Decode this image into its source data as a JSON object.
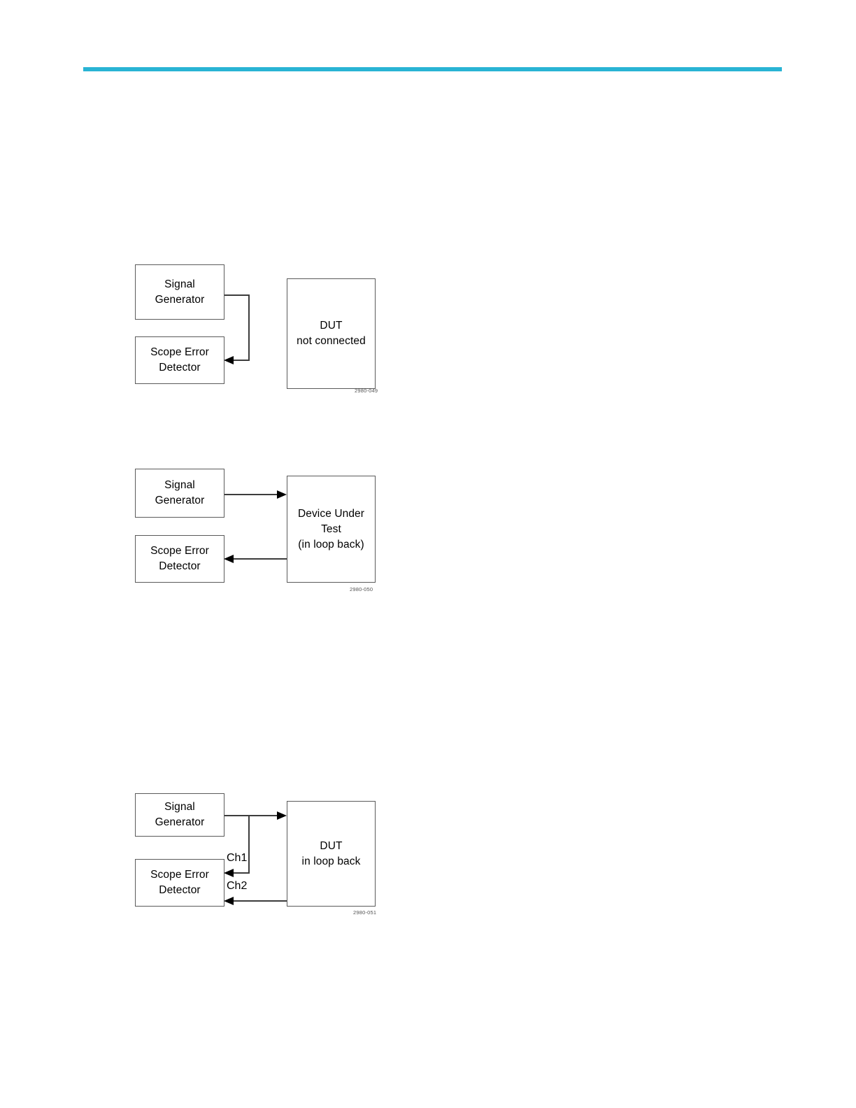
{
  "page": {
    "accent_color": "#29b4d4",
    "background_color": "#ffffff",
    "box_border_color": "#5a5a5a",
    "wire_color": "#3c3c3c"
  },
  "figures": [
    {
      "id_code": "2980-049",
      "blocks": [
        {
          "name": "signal-generator",
          "text": "Signal\nGenerator"
        },
        {
          "name": "scope-error-detector",
          "text": "Scope Error\nDetector"
        },
        {
          "name": "dut",
          "text": "DUT\nnot connected"
        }
      ],
      "labels": []
    },
    {
      "id_code": "2980-050",
      "blocks": [
        {
          "name": "signal-generator",
          "text": "Signal\nGenerator"
        },
        {
          "name": "scope-error-detector",
          "text": "Scope Error\nDetector"
        },
        {
          "name": "dut",
          "text": "Device Under\nTest\n(in loop back)"
        }
      ],
      "labels": []
    },
    {
      "id_code": "2980-051",
      "blocks": [
        {
          "name": "signal-generator",
          "text": "Signal\nGenerator"
        },
        {
          "name": "scope-error-detector",
          "text": "Scope Error\nDetector"
        },
        {
          "name": "dut",
          "text": "DUT\nin loop back"
        }
      ],
      "labels": [
        {
          "name": "channel-1",
          "text": "Ch1"
        },
        {
          "name": "channel-2",
          "text": "Ch2"
        }
      ]
    }
  ]
}
